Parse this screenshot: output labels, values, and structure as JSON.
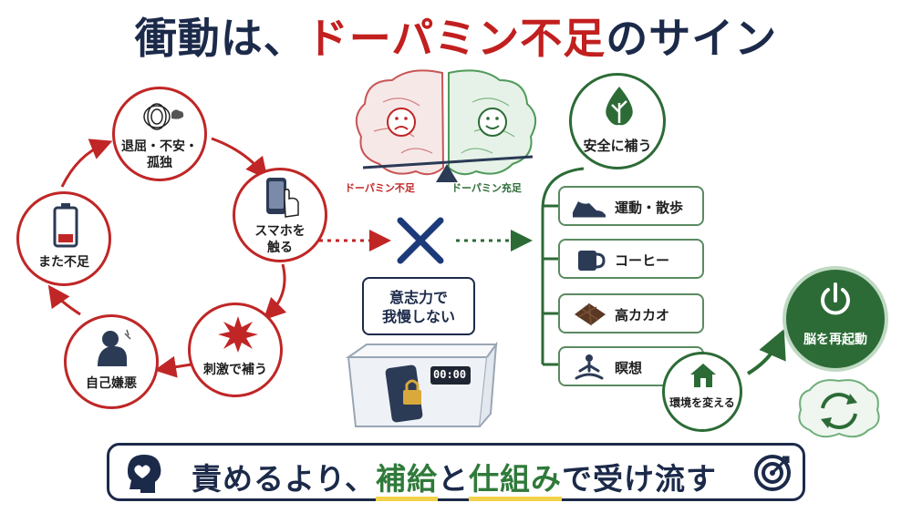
{
  "title": {
    "part1": "衝動は、",
    "part2": "ドーパミン不足",
    "part3": "のサイン"
  },
  "cycle": {
    "boredom": "退屈・不安・",
    "boredom2": "孤独",
    "phone": "スマホを",
    "phone2": "触る",
    "stimulus": "刺激で補う",
    "selfhate": "自己嫌悪",
    "depleted": "また不足"
  },
  "brain": {
    "left_label": "ドーパミン不足",
    "right_label": "ドーパミン充足"
  },
  "willpower": {
    "line1": "意志力で",
    "line2": "我慢しない"
  },
  "timer": "00:00",
  "supplement": {
    "hub": "安全に補う",
    "items": [
      "運動・散歩",
      "コーヒー",
      "高カカオ",
      "瞑想"
    ]
  },
  "environment": "環境を変える",
  "reboot": "脳を再起動",
  "banner": {
    "a": "責めるより、",
    "b": "補給",
    "c": "と",
    "d": "仕組み",
    "e": "で受け流す"
  },
  "colors": {
    "red": "#c02626",
    "green": "#2c6b36",
    "navy": "#1c2a4a"
  }
}
